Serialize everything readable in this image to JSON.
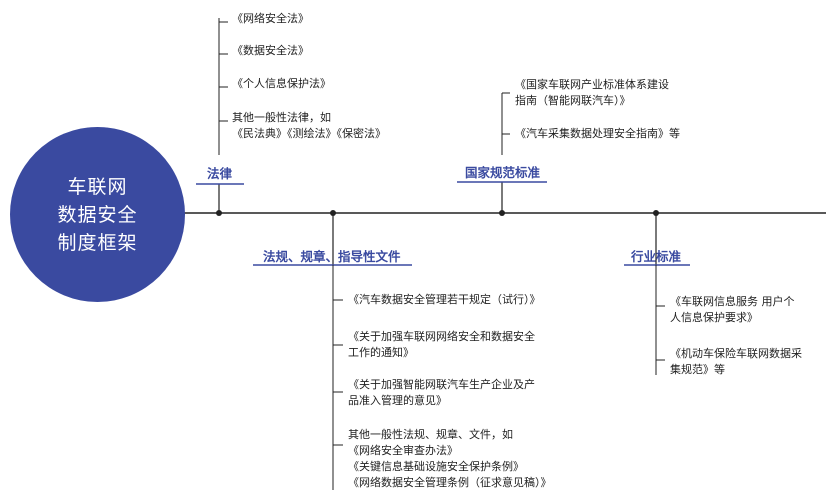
{
  "center": {
    "lines": [
      "车联网",
      "数据安全",
      "制度框架"
    ]
  },
  "colors": {
    "accent": "#3a4aa0",
    "line": "#222222"
  },
  "branches": {
    "law": {
      "label": "法律",
      "items": [
        {
          "lines": [
            "《网络安全法》"
          ]
        },
        {
          "lines": [
            "《数据安全法》"
          ]
        },
        {
          "lines": [
            "《个人信息保护法》"
          ]
        },
        {
          "lines": [
            "其他一般性法律，如",
            "《民法典》《测绘法》《保密法》"
          ]
        }
      ]
    },
    "regulation": {
      "label": "法规、规章、指导性文件",
      "items": [
        {
          "lines": [
            "《汽车数据安全管理若干规定（试行）》"
          ]
        },
        {
          "lines": [
            "《关于加强车联网网络安全和数据安全",
            "工作的通知》"
          ]
        },
        {
          "lines": [
            "《关于加强智能网联汽车生产企业及产",
            "品准入管理的意见》"
          ]
        },
        {
          "lines": [
            "其他一般性法规、规章、文件，如",
            "《网络安全审查办法》",
            "《关键信息基础设施安全保护条例》",
            "《网络数据安全管理条例（征求意见稿）》"
          ]
        }
      ]
    },
    "national": {
      "label": "国家规范标准",
      "items": [
        {
          "lines": [
            "《国家车联网产业标准体系建设",
            "指南（智能网联汽车）》"
          ]
        },
        {
          "lines": [
            "《汽车采集数据处理安全指南》等"
          ]
        }
      ]
    },
    "industry": {
      "label": "行业标准",
      "items": [
        {
          "lines": [
            "《车联网信息服务 用户个",
            "人信息保护要求》"
          ]
        },
        {
          "lines": [
            "《机动车保险车联网数据采",
            "集规范》等"
          ]
        }
      ]
    }
  }
}
